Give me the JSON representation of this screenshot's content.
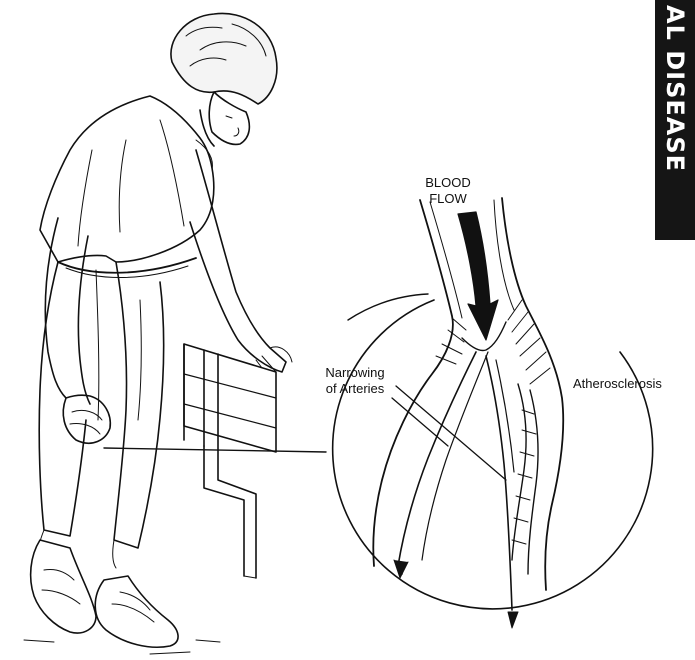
{
  "labels": {
    "blood_flow_line1": "BLOOD",
    "blood_flow_line2": "FLOW",
    "narrowing_line1": "Narrowing",
    "narrowing_line2": "of Arteries",
    "atherosclerosis": "Atherosclerosis"
  },
  "side_tab": {
    "text": "AL DISEASE",
    "background": "#151515",
    "color": "#ffffff"
  }
}
